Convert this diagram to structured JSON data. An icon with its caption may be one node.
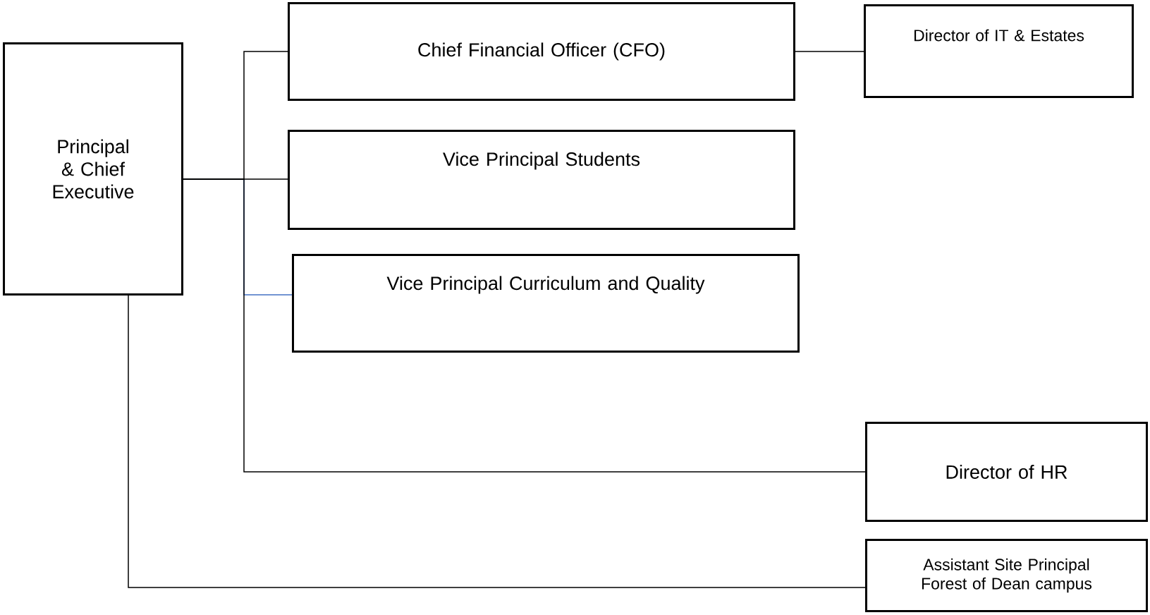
{
  "diagram": {
    "nodes": [
      {
        "text": [
          "Principal & Chief Executive"
        ]
      },
      {
        "text": [
          "Chief Financial Officer (CFO)"
        ]
      },
      {
        "text": [
          "Director of IT & Estates"
        ]
      },
      {
        "text": [
          "Vice Principal  Students"
        ]
      },
      {
        "text": [
          "Vice Principal  Curriculum and Quality"
        ]
      },
      {
        "text": [
          "Director of HR"
        ]
      },
      {
        "text": [
          "Assistant Site Principal Forest of Dean campus"
        ]
      }
    ],
    "edges": [
      {
        "from": 0,
        "to": 4,
        "arrow": "none",
        "color": "#4472c4"
      },
      {
        "from": 0,
        "to": 1,
        "arrow": "none"
      },
      {
        "from": 0,
        "to": 3,
        "arrow": "none"
      },
      {
        "from": 0,
        "to": 5,
        "arrow": "none"
      },
      {
        "from": 0,
        "to": 6,
        "arrow": "none"
      },
      {
        "from": 1,
        "to": 2,
        "arrow": "none"
      }
    ]
  }
}
